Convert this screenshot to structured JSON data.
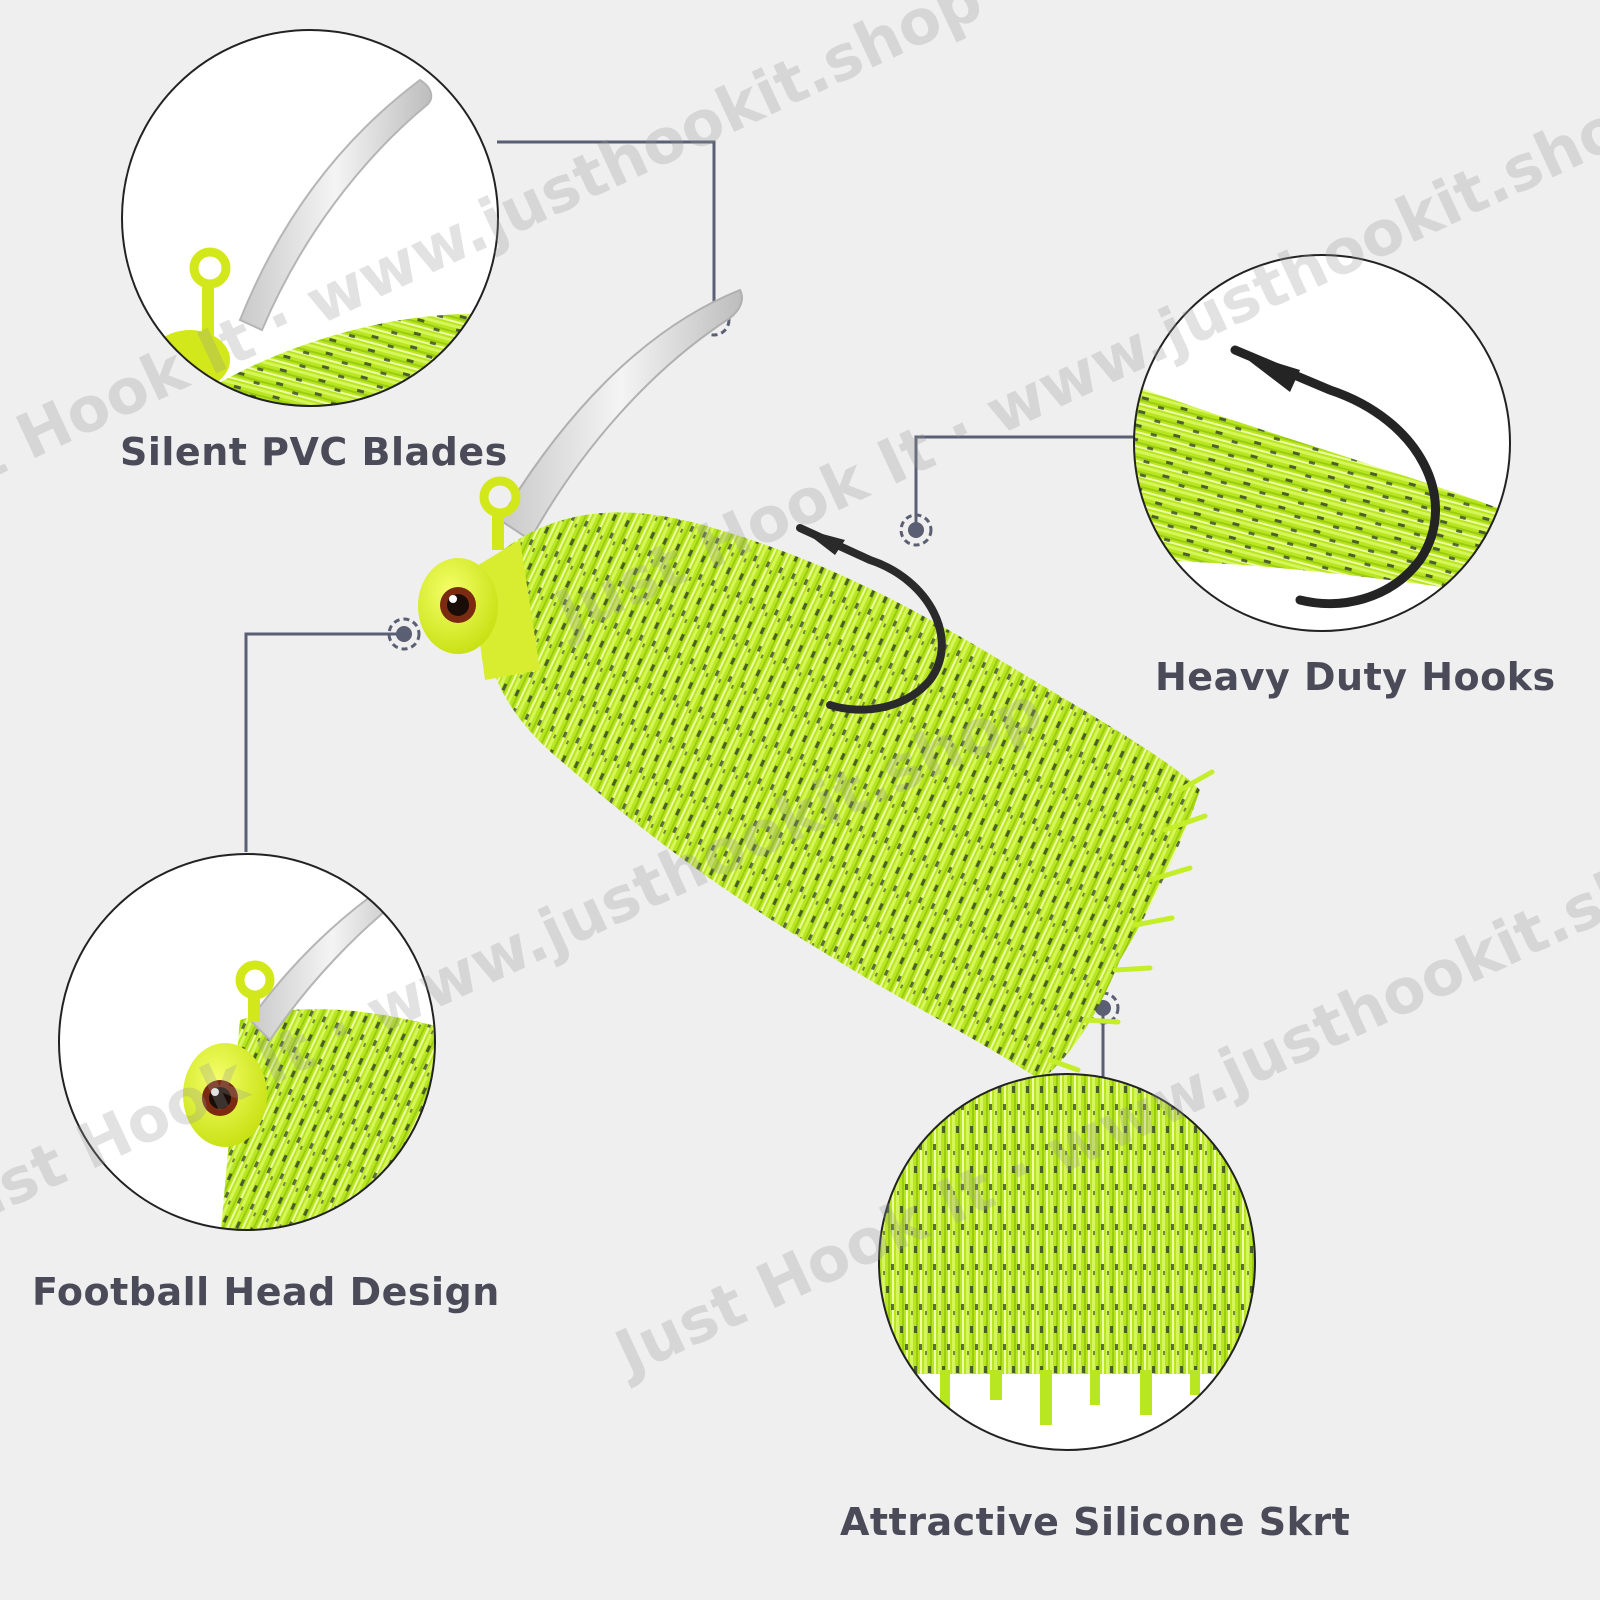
{
  "features": {
    "blades": "Silent PVC Blades",
    "hooks": "Heavy Duty Hooks",
    "head": "Football Head Design",
    "skirt": "Attractive Silicone Skrt"
  },
  "watermark": {
    "text": "Just Hook It · www.justhookit.shop"
  },
  "colors": {
    "background": "#efefef",
    "skirt_green": "#b5e61d",
    "label_text": "#4a4a58",
    "connector": "#5a5f73"
  }
}
